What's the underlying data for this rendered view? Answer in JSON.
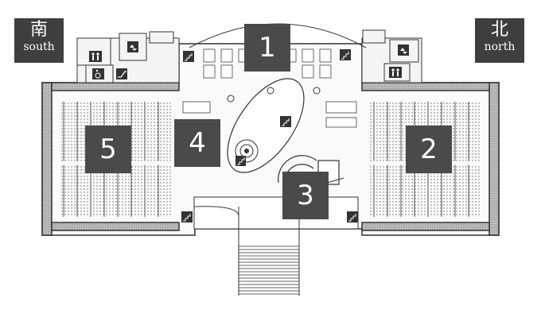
{
  "compass": {
    "south": {
      "cjk": "南",
      "latin": "south"
    },
    "north": {
      "cjk": "北",
      "latin": "north"
    }
  },
  "zones": [
    {
      "number": "1"
    },
    {
      "number": "2"
    },
    {
      "number": "3"
    },
    {
      "number": "4"
    },
    {
      "number": "5"
    }
  ],
  "icons": {
    "stairs": "stairs-icon",
    "elevator": "elevator-icon",
    "restroom": "restroom-icon",
    "accessible": "wheelchair-icon",
    "escalator": "escalator-icon"
  },
  "colors": {
    "wall": "#333333",
    "label_bg": "#4a4a4a",
    "compass_bg": "#3f3f3f",
    "corridor": "#f2f2f2",
    "shelf": "#555555"
  }
}
